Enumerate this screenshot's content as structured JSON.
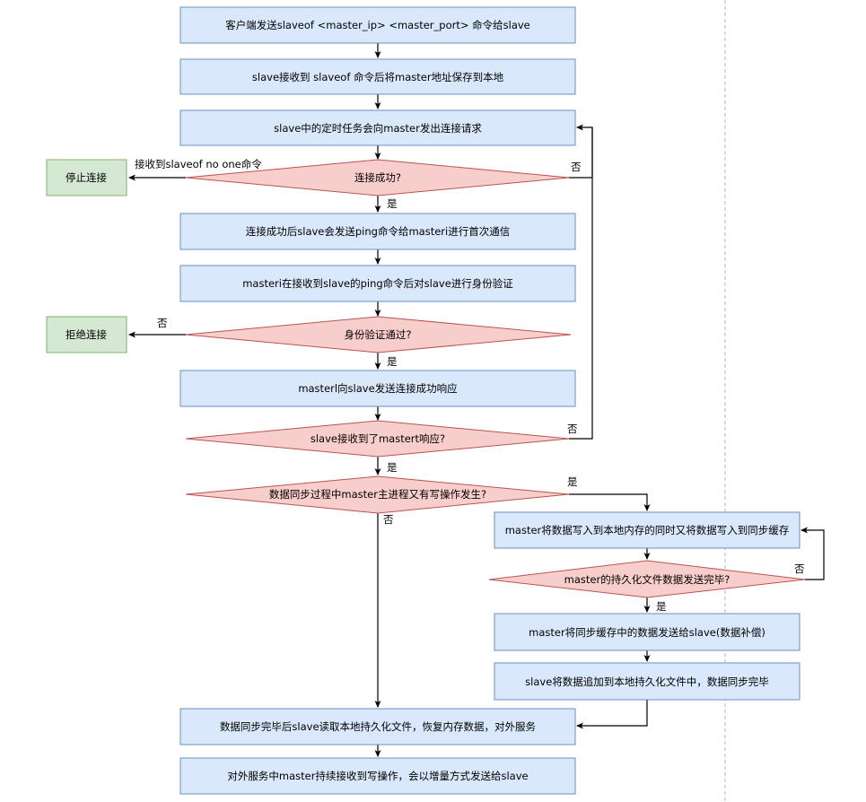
{
  "nodes": {
    "n1": "客户端发送slaveof <master_ip> <master_port> 命令给slave",
    "n2": "slave接收到 slaveof 命令后将master地址保存到本地",
    "n3": "slave中的定时任务会向master发出连接请求",
    "d1": "连接成功?",
    "stop": "停止连接",
    "n4": "连接成功后slave会发送ping命令给masteri进行首次通信",
    "n5": "masteri在接收到slave的ping命令后对slave进行身份验证",
    "d2": "身份验证通过?",
    "reject": "拒绝连接",
    "n6": "masterl向slave发送连接成功响应",
    "d3": "slave接收到了mastert响应?",
    "d4": "数据同步过程中master主进程又有写操作发生?",
    "r1": "master将数据写入到本地内存的同时又将数据写入到同步缓存",
    "d5": "master的持久化文件数据发送完毕?",
    "r2": "master将同步缓存中的数据发送给slave(数据补偿)",
    "r3": "slave将数据追加到本地持久化文件中，数据同步完毕",
    "n7": "数据同步完毕后slave读取本地持久化文件，恢复内存数据，对外服务",
    "n8": "对外服务中master持续接收到写操作，会以增量方式发送给slave"
  },
  "labels": {
    "slaveof_no_one": "接收到slaveof no one命令",
    "yes": "是",
    "no": "否"
  }
}
